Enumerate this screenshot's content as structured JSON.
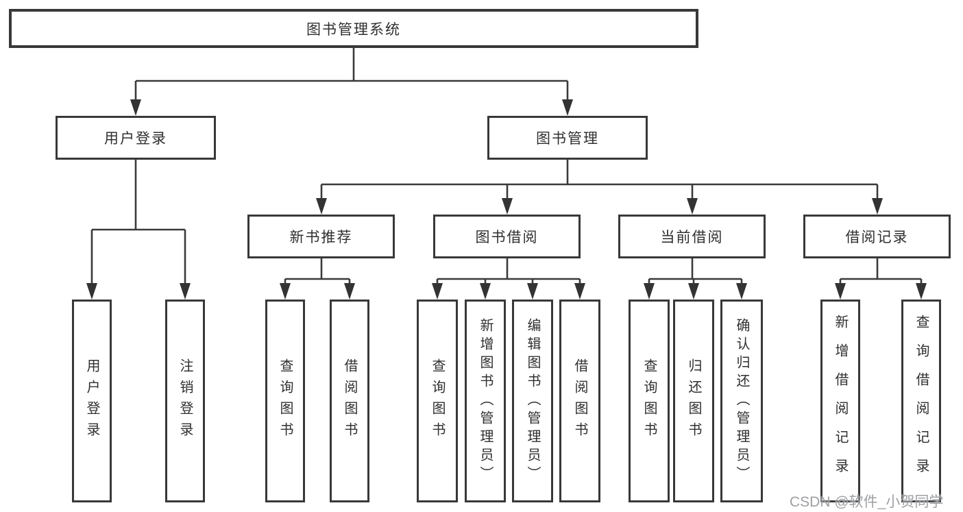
{
  "tree": {
    "root": "图书管理系统",
    "branches": [
      {
        "label": "用户登录",
        "children": [
          "用户登录",
          "注销登录"
        ]
      },
      {
        "label": "图书管理",
        "groups": [
          {
            "label": "新书推荐",
            "children": [
              "查询图书",
              "借阅图书"
            ]
          },
          {
            "label": "图书借阅",
            "children": [
              "查询图书",
              "新增图书（管理员）",
              "编辑图书（管理员）",
              "借阅图书"
            ]
          },
          {
            "label": "当前借阅",
            "children": [
              "查询图书",
              "归还图书",
              "确认归还（管理员）"
            ]
          },
          {
            "label": "借阅记录",
            "children": [
              "新增借阅记录",
              "查询借阅记录"
            ]
          }
        ]
      }
    ]
  },
  "watermark": "CSDN @软件_小贺同学"
}
